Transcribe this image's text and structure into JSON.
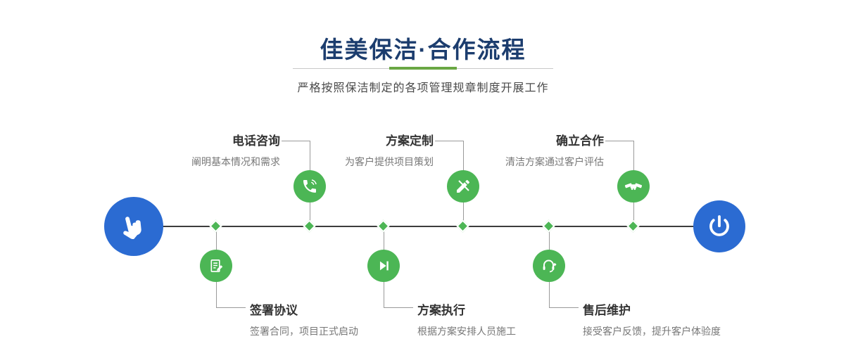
{
  "header": {
    "title": "佳美保洁·合作流程",
    "subtitle": "严格按照保洁制定的各项管理规章制度开展工作"
  },
  "colors": {
    "navy": "#1c3d6e",
    "green": "#4cb655",
    "blue": "#2b6bd2",
    "dividergreen": "#6aa744",
    "timeline": "#3d3d3d",
    "connector": "#9a9a9a"
  },
  "steps_top": [
    {
      "title": "电话咨询",
      "desc": "阐明基本情况和需求",
      "icon": "phone-icon"
    },
    {
      "title": "方案定制",
      "desc": "为客户提供项目策划",
      "icon": "pencil-ruler-icon"
    },
    {
      "title": "确立合作",
      "desc": "清洁方案通过客户评估",
      "icon": "handshake-icon"
    }
  ],
  "steps_bottom": [
    {
      "title": "签署协议",
      "desc": "签署合同，项目正式启动",
      "icon": "contract-sign-icon"
    },
    {
      "title": "方案执行",
      "desc": "根据方案安排人员施工",
      "icon": "play-execute-icon"
    },
    {
      "title": "售后维护",
      "desc": "接受客户反馈，提升客户体验度",
      "icon": "headset-plus-icon"
    }
  ],
  "endpoints": {
    "start": "pointer-hand-icon",
    "end": "power-icon"
  }
}
